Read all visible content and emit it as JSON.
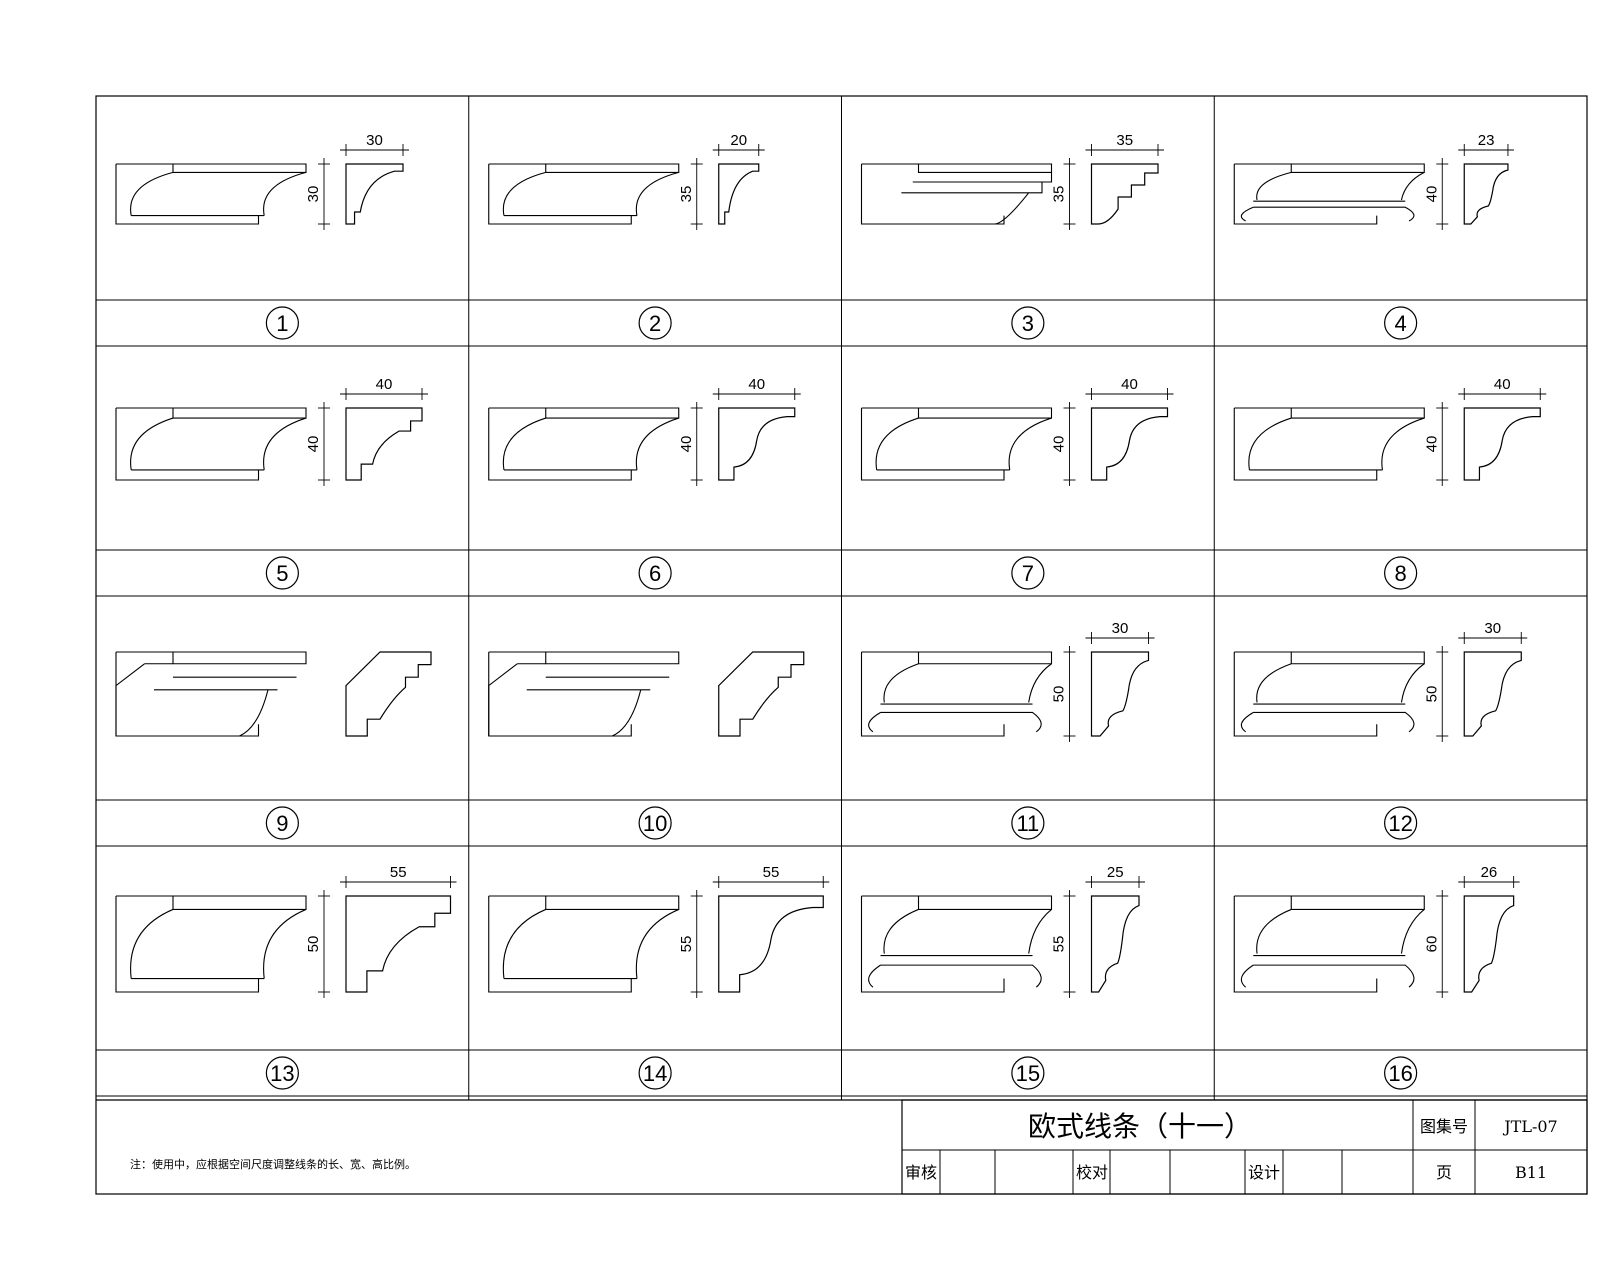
{
  "sheet": {
    "title": "欧式线条（十一）",
    "note": "注：使用中，应根据空间尺度调整线条的长、宽、高比例。",
    "atlas_label": "图集号",
    "atlas_value": "JTL-07",
    "page_label": "页",
    "page_value": "B11",
    "review_label": "审核",
    "check_label": "校对",
    "design_label": "设计"
  },
  "profiles": [
    {
      "number": "1",
      "width": "30",
      "height": "30",
      "style": "cove"
    },
    {
      "number": "2",
      "width": "20",
      "height": "35",
      "style": "cove"
    },
    {
      "number": "3",
      "width": "35",
      "height": "35",
      "style": "steps"
    },
    {
      "number": "4",
      "width": "23",
      "height": "40",
      "style": "bead"
    },
    {
      "number": "5",
      "width": "40",
      "height": "40",
      "style": "quarter"
    },
    {
      "number": "6",
      "width": "40",
      "height": "40",
      "style": "ogee"
    },
    {
      "number": "7",
      "width": "40",
      "height": "40",
      "style": "ogee"
    },
    {
      "number": "8",
      "width": "40",
      "height": "40",
      "style": "ogee"
    },
    {
      "number": "9",
      "width": "",
      "height": "",
      "style": "angled"
    },
    {
      "number": "10",
      "width": "",
      "height": "",
      "style": "angled"
    },
    {
      "number": "11",
      "width": "30",
      "height": "50",
      "style": "bead"
    },
    {
      "number": "12",
      "width": "30",
      "height": "50",
      "style": "bead"
    },
    {
      "number": "13",
      "width": "55",
      "height": "50",
      "style": "quarter"
    },
    {
      "number": "14",
      "width": "55",
      "height": "55",
      "style": "ogee"
    },
    {
      "number": "15",
      "width": "25",
      "height": "55",
      "style": "bead"
    },
    {
      "number": "16",
      "width": "26",
      "height": "60",
      "style": "bead"
    }
  ]
}
